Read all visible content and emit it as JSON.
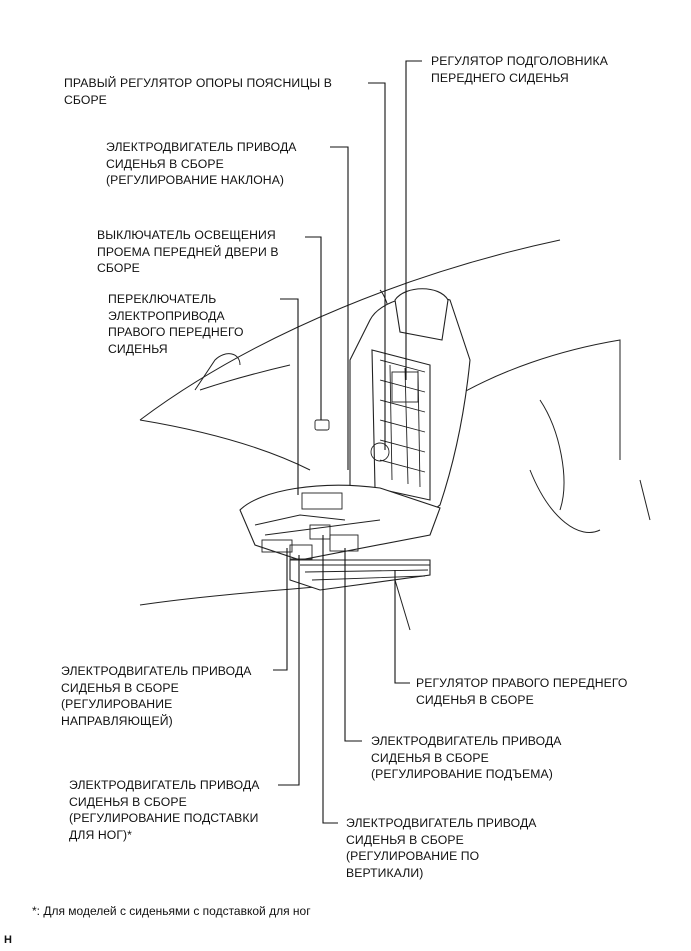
{
  "labels": {
    "headrest_adjuster": "РЕГУЛЯТОР ПОДГОЛОВНИКА\nПЕРЕДНЕГО СИДЕНЬЯ",
    "lumbar_support": "ПРАВЫЙ РЕГУЛЯТОР ОПОРЫ ПОЯСНИЦЫ В\nСБОРЕ",
    "recline_motor": "ЭЛЕКТРОДВИГАТЕЛЬ ПРИВОДА\nСИДЕНЬЯ В СБОРЕ\n(РЕГУЛИРОВАНИЕ НАКЛОНА)",
    "door_courtesy_switch": "ВЫКЛЮЧАТЕЛЬ ОСВЕЩЕНИЯ\nПРОЕМА ПЕРЕДНЕЙ ДВЕРИ В\nСБОРЕ",
    "power_seat_switch": "ПЕРЕКЛЮЧАТЕЛЬ\nЭЛЕКТРОПРИВОДА\nПРАВОГО ПЕРЕДНЕГО\nСИДЕНЬЯ",
    "slide_motor": "ЭЛЕКТРОДВИГАТЕЛЬ ПРИВОДА\nСИДЕНЬЯ В СБОРЕ\n (РЕГУЛИРОВАНИЕ\nНАПРАВЛЯЮЩЕЙ)",
    "seat_adjuster": "РЕГУЛЯТОР ПРАВОГО ПЕРЕДНЕГО\nСИДЕНЬЯ В СБОРЕ",
    "lifter_motor": "ЭЛЕКТРОДВИГАТЕЛЬ ПРИВОДА\nСИДЕНЬЯ В СБОРЕ\n(РЕГУЛИРОВАНИЕ ПОДЪЕМА)",
    "ottoman_motor": "ЭЛЕКТРОДВИГАТЕЛЬ ПРИВОДА\nСИДЕНЬЯ В СБОРЕ\n(РЕГУЛИРОВАНИЕ ПОДСТАВКИ\nДЛЯ НОГ)*",
    "vertical_motor": "ЭЛЕКТРОДВИГАТЕЛЬ ПРИВОДА\nСИДЕНЬЯ В СБОРЕ\n(РЕГУЛИРОВАНИЕ ПО\nВЕРТИКАЛИ)"
  },
  "footnote": "*: Для моделей с сиденьями с подставкой для ног",
  "corner_mark": "H"
}
